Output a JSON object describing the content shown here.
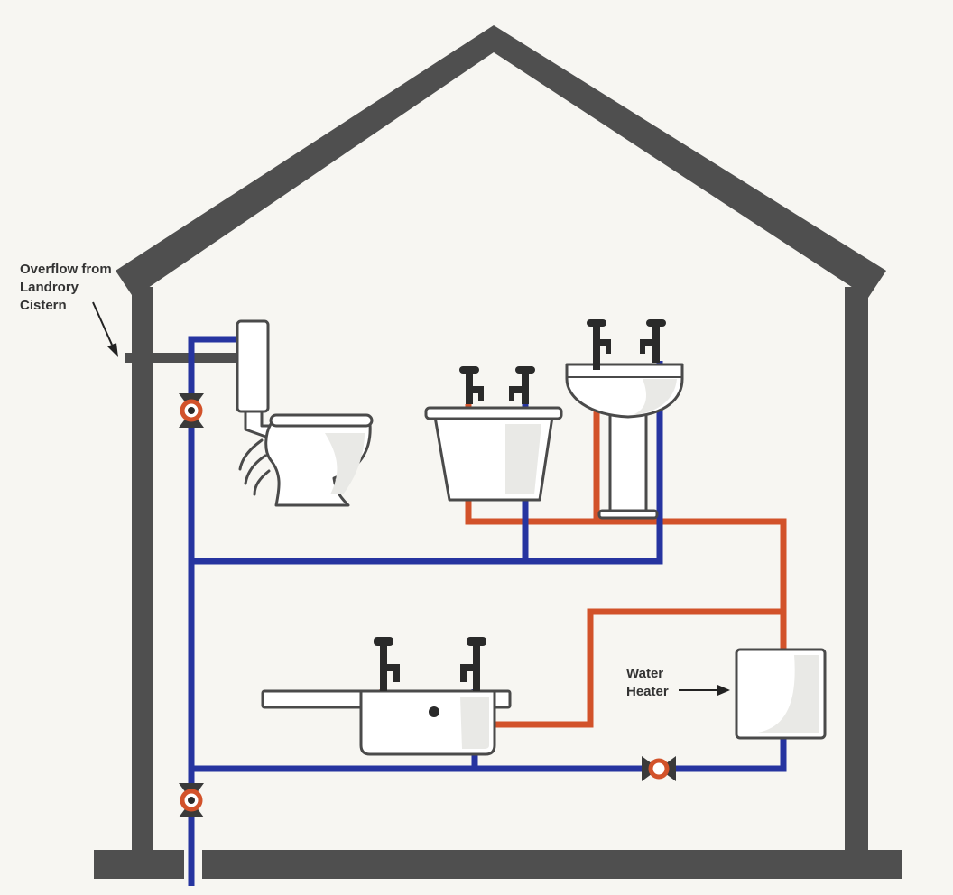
{
  "labels": {
    "overflow_line1": "Overflow from",
    "overflow_line2": "Landrory",
    "overflow_line3": "Cistern",
    "heater_line1": "Water",
    "heater_line2": "Heater"
  },
  "colors": {
    "wall": "#4f4f4f",
    "cold_pipe": "#2634a0",
    "hot_pipe": "#d2522a",
    "valve": "#d2522a",
    "background": "#f7f6f2"
  },
  "fixtures": [
    "toilet",
    "bathtub",
    "pedestal-basin",
    "kitchen-sink",
    "water-heater"
  ],
  "valves": [
    "toilet-supply-valve",
    "main-stop-valve",
    "heater-inlet-valve"
  ]
}
